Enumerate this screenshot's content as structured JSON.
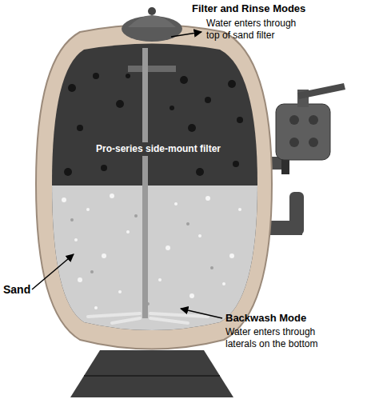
{
  "diagram": {
    "labels": [
      "Filter and Rinse Modes",
      "Water enters through top of sand filter",
      "Pro-series side-mount filter",
      "Sand",
      "Backwash Mode",
      "Water enters through laterals on the bottom"
    ]
  }
}
